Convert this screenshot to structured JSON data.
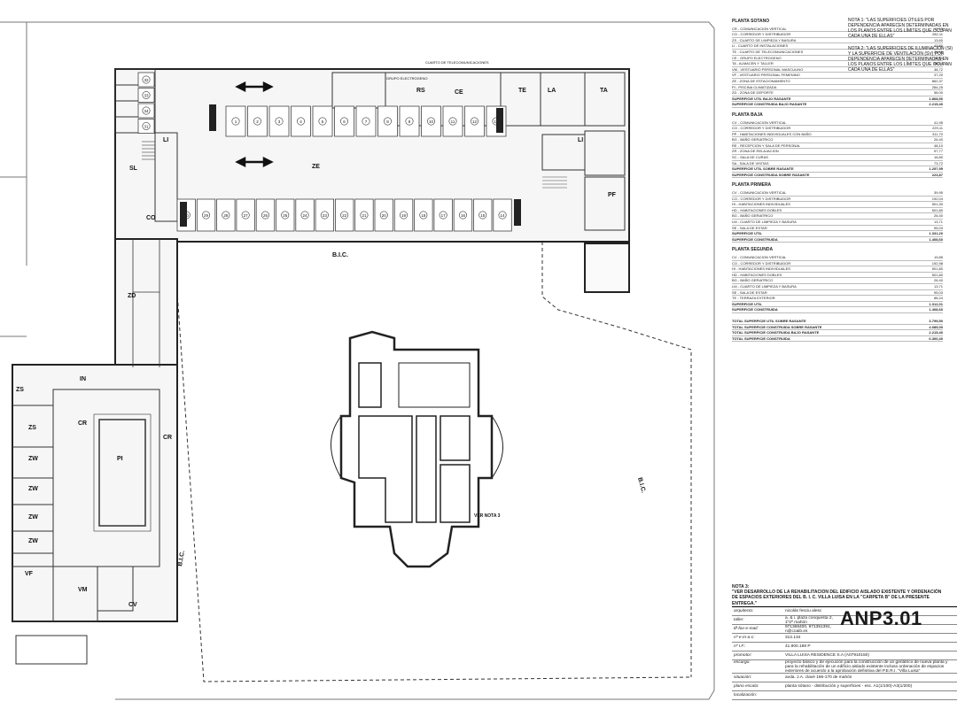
{
  "plan_labels": {
    "bic": "B.I.C.",
    "ver_nota_3": "VER NOTA 3",
    "rs": "RS",
    "ce": "CE",
    "te": "TE",
    "la": "LA",
    "ta": "TA",
    "li": "LI",
    "ze": "ZE",
    "zd": "ZD",
    "zs": "ZS",
    "zw": "ZW",
    "pi": "PI",
    "cr": "CR",
    "in": "IN",
    "vf": "VF",
    "vm": "VM",
    "cv": "CV",
    "pf": "PF",
    "sl": "SL",
    "co": "CO",
    "grupo_electrogeno": "GRUPO ELECTROGENO",
    "cuarto_telecom": "CUARTO DE TELECOMUNICACIONES"
  },
  "parking_top": [
    "1",
    "2",
    "3",
    "4",
    "5",
    "6",
    "7",
    "8",
    "9",
    "10",
    "11",
    "12",
    "13"
  ],
  "parking_bottom": [
    "30",
    "29",
    "28",
    "27",
    "26",
    "25",
    "24",
    "23",
    "22",
    "21",
    "20",
    "19",
    "18",
    "17",
    "16",
    "15",
    "14"
  ],
  "parking_left": [
    "32",
    "33",
    "34",
    "31"
  ],
  "legend": {
    "sotano": {
      "title": "PLANTA SOTANO",
      "rows": [
        [
          "CR - COMUNICACION VERTICAL",
          "17,95"
        ],
        [
          "CO - CORREDOR Y DISTRIBUIDOR",
          "282,11"
        ],
        [
          "ZS - CUARTO DE LIMPIEZA Y BASURA",
          "13,60"
        ],
        [
          "LI - CUARTO DE INSTALACIONES",
          "43,50"
        ],
        [
          "TE - CUARTO DE TELECOMUNICACIONES",
          "24,60"
        ],
        [
          "CE - GRUPO ELECTROGENO",
          "22,50"
        ],
        [
          "TA - ALMACEN Y TALLER",
          "58,64"
        ],
        [
          "VM - VESTUARIO PERSONAL MASCULINO",
          "38,72"
        ],
        [
          "VF - VESTUARIO PERSONAL FEMENINO",
          "37,20"
        ],
        [
          "ZE - ZONA DE ESTACIONAMIENTO",
          "862,37"
        ],
        [
          "PI - PISCINA CLIMATIZADA",
          "284,25"
        ],
        [
          "ZD - ZONA DE DEPORTE",
          "58,00"
        ]
      ],
      "total_label": "SUPERFICIE UTIL BAJO RASANTE",
      "total_value": "1.868,50",
      "built_label": "SUPERFICIE CONSTRUIDA BAJO RASANTE",
      "built_value": "2.215,40"
    },
    "baja": {
      "title": "PLANTA BAJA",
      "rows": [
        [
          "CV - COMUNICACION VERTICAL",
          "41,95"
        ],
        [
          "CO - CORREDOR Y DISTRIBUIDOR",
          "229,11"
        ],
        [
          "PP - HABITACIONES INDIVIDUALES CON BAÑO",
          "311,70"
        ],
        [
          "BG - BAÑO GERIATRICO",
          "26,40"
        ],
        [
          "RE - RECEPCION Y SALA DE PERSONAL",
          "48,10"
        ],
        [
          "ZR - ZONA DE RELAJACION",
          "57,77"
        ],
        [
          "SC - SALA DE CURAS",
          "16,80"
        ],
        [
          "SA - SALA DE VISITAS",
          "73,72"
        ]
      ],
      "total_label": "SUPERFICIE UTIL SOBRE RASANTE",
      "total_value": "1.257,95",
      "built_label": "SUPERFICIE CONSTRUIDA SOBRE RASANTE",
      "built_value": "223,87"
    },
    "primera": {
      "title": "PLANTA PRIMERA",
      "rows": [
        [
          "CV - COMUNICACION VERTICAL",
          "39,95"
        ],
        [
          "CO - CORREDOR Y DISTRIBUIDOR",
          "192,04"
        ],
        [
          "HI - HABITACIONES INDIVIDUALES",
          "501,30"
        ],
        [
          "HD - HABITACIONES DOBLES",
          "501,80"
        ],
        [
          "BG - BAÑO GERIATRICO",
          "26,40"
        ],
        [
          "LM - CUARTO DE LIMPIEZA Y BASURA",
          "13,71"
        ],
        [
          "SE - SALA DE ESTAR",
          "95,03"
        ]
      ],
      "total_label": "SUPERFICIE UTIL",
      "total_value": "1.331,20",
      "built_label": "SUPERFICIE CONSTRUIDA",
      "built_value": "1.408,60"
    },
    "segunda": {
      "title": "PLANTA SEGUNDA",
      "rows": [
        [
          "CV - COMUNICACION VERTICAL",
          "19,85"
        ],
        [
          "CO - CORREDOR Y DISTRIBUIDOR",
          "192,98"
        ],
        [
          "HI - HABITACIONES INDIVIDUALES",
          "501,80"
        ],
        [
          "HD - HABITACIONES DOBLES",
          "501,80"
        ],
        [
          "BG - BAÑO GERIATRICO",
          "26,40"
        ],
        [
          "LM - CUARTO DE LIMPIEZA Y BASURA",
          "13,71"
        ],
        [
          "SE - SALA DE ESTAR",
          "95,03"
        ],
        [
          "TE - TERRAZA EXTERIOR",
          "88,24"
        ]
      ],
      "total_label": "SUPERFICIE UTIL",
      "total_value": "1.312,01",
      "built_label": "SUPERFICIE CONSTRUIDA",
      "built_value": "1.408,60"
    },
    "totals": [
      [
        "TOTAL SUPERFICIE UTIL SOBRE RASANTE",
        "3.799,50"
      ],
      [
        "TOTAL SUPERFICIE CONSTRUIDA SOBRE RASANTE",
        "4.085,00"
      ],
      [
        "TOTAL SUPERFICIE CONSTRUIDA BAJO RASANTE",
        "2.215,40"
      ],
      [
        "TOTAL SUPERFICIE CONSTRUIDA",
        "6.300,40"
      ]
    ]
  },
  "notes": {
    "nota1": "NOTA 1: \"LAS SUPERFICIES ÚTILES POR DEPENDENCIA APARECEN DETERMINADAS EN LOS PLANOS ENTRE LOS LÍMITES QUE OCUPAN CADA UNA DE ELLAS\"",
    "nota2": "NOTA 2: \"LAS SUPERFICIES DE ILUMINACIÓN (SI) Y LA SUPERFICIE DE VENTILACIÓN (SV) POR DEPENDENCIA APARECEN DETERMINADAS EN LOS PLANOS ENTRE LOS LÍMITES QUE OCUPAN CADA UNA DE ELLAS\"",
    "nota3_title": "NOTA 3:",
    "nota3": "\"VER DESARROLLO DE LA REHABILITACION DEL EDIFICIO AISLADO EXISTENTE Y ORDENACIÓN DE ESPACIOS EXTERIORES DEL B. I. C. VILLA LUISA EN LA \"CARPETA B\" DE LA PRESENTE ENTREGA.\""
  },
  "title_block": {
    "sheet_code": "ANP3.01",
    "rows": [
      [
        "arquitecto:",
        "nicolás fesciu alesc"
      ],
      [
        "taller:",
        "a. & i. plaza conquesta 2, 1º2ª mahón"
      ],
      [
        "tlf-fax-e-mail:",
        "971368400, 971351391, n@coaib.es"
      ],
      [
        "nº e-m-a-c:",
        "312.134"
      ],
      [
        "nº I.F.:",
        "41.900.198 P"
      ],
      [
        "promotor:",
        "VILLA LUISA RESIDENCE S.A (A07910150)"
      ],
      [
        "encargo:",
        "proyecto básico y de ejecución para la construcción de un geriátrico de nueva planta y para la rehabilitación de un edificio aislado existente incluso ordenación de espacios exteriores de acuerdo a la aprobación definitiva del P.E.R.I. \"Villa Luisa\""
      ],
      [
        "situación:",
        "avda. J.A. clavé 166-170 de mahón"
      ],
      [
        "plano escala:",
        "planta sótano - distribución y superficies - esc. A1(1/100)-A3(1/200)"
      ],
      [
        "localización:",
        ""
      ]
    ]
  }
}
